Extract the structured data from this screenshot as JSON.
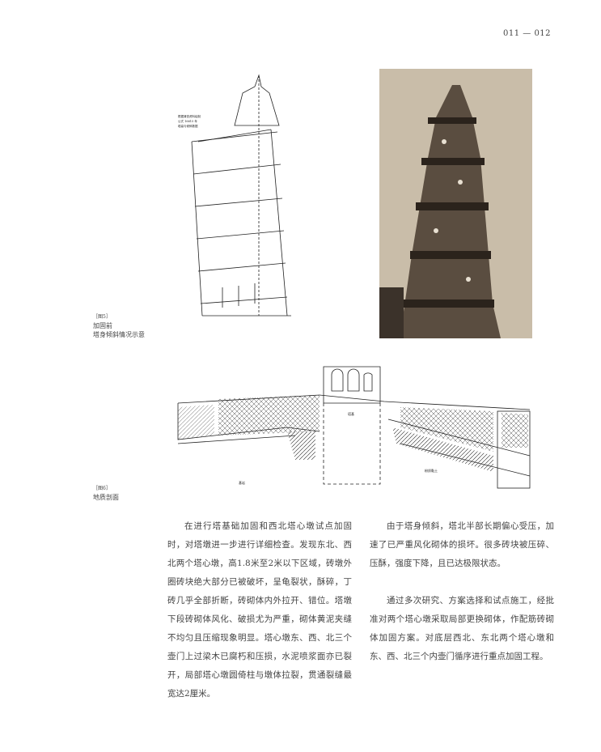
{
  "page_number": "011 — 012",
  "figures": [
    {
      "number": "［图5］",
      "caption_lines": [
        "加固前",
        "塔身倾斜情况示意"
      ]
    },
    {
      "number": "［图6］",
      "caption_lines": [
        "地质剖面"
      ]
    }
  ],
  "left_column": [
    "在进行塔基础加固和西北塔心墩试点加固时，对塔墩进一步进行详细检查。发现东北、西北两个塔心墩，高1.8米至2米以下区域，砖墩外圈砖块绝大部分已被破坏，呈龟裂状，酥碎，丁砖几乎全部折断，砖砌体内外拉开、错位。塔墩下段砖砌体风化、破损尤为严重，砌体黄泥夹缝不均匀且压缩现象明显。塔心墩东、西、北三个壶门上过梁木已腐朽和压损，水泥喷浆面亦已裂开，局部塔心墩圆倚柱与墩体拉裂，贯通裂缝最宽达2厘米。"
  ],
  "right_column": [
    "由于塔身倾斜，塔北半部长期偏心受压，加速了已严重风化砌体的损坏。很多砖块被压碎、压酥，强度下降，且已达极限状态。",
    "通过多次研究、方案选择和试点施工，经批准对两个塔心墩采取局部更换砌体，作配筋砖砌体加固方案。对底层西北、东北两个塔心墩和东、西、北三个内壶门循序进行重点加固工程。"
  ]
}
